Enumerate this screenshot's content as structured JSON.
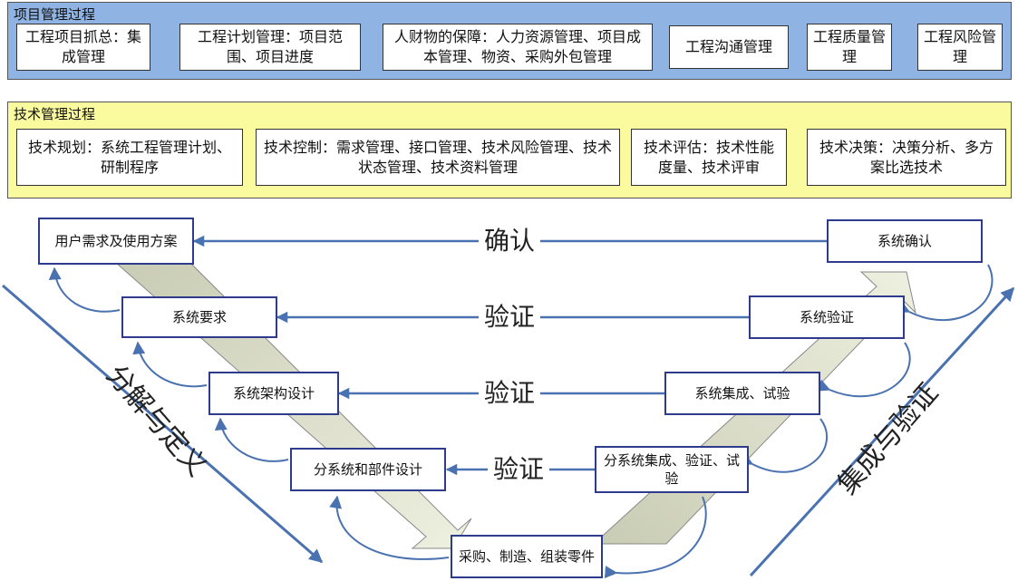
{
  "project_panel": {
    "title": "项目管理过程",
    "items": [
      {
        "label": "工程项目抓总：集成管理"
      },
      {
        "label": "工程计划管理：项目范围、项目进度"
      },
      {
        "label": "人财物的保障：人力资源管理、项目成本管理、物资、采购外包管理"
      },
      {
        "label": "工程沟通管理"
      },
      {
        "label": "工程质量管理"
      },
      {
        "label": "工程风险管理"
      }
    ]
  },
  "tech_panel": {
    "title": "技术管理过程",
    "items": [
      {
        "label": "技术规划：系统工程管理计划、研制程序"
      },
      {
        "label": "技术控制：需求管理、接口管理、技术风险管理、技术状态管理、技术资料管理"
      },
      {
        "label": "技术评估：技术性能度量、技术评审"
      },
      {
        "label": "技术决策：决策分析、多方案比选技术"
      }
    ]
  },
  "vmodel": {
    "left": [
      {
        "label": "用户需求及使用方案"
      },
      {
        "label": "系统要求"
      },
      {
        "label": "系统架构设计"
      },
      {
        "label": "分系统和部件设计"
      }
    ],
    "bottom": {
      "label": "采购、制造、组装零件"
    },
    "right": [
      {
        "label": "系统确认"
      },
      {
        "label": "系统验证"
      },
      {
        "label": "系统集成、试验"
      },
      {
        "label": "分系统集成、验证、试验"
      }
    ],
    "links": [
      {
        "label": "确认"
      },
      {
        "label": "验证"
      },
      {
        "label": "验证"
      },
      {
        "label": "验证"
      }
    ],
    "left_axis_label": "分解与定义",
    "right_axis_label": "集成与验证"
  },
  "colors": {
    "project_bg": "#8fb4e3",
    "tech_bg": "#fafa9e",
    "box_border": "#2e3a8c",
    "arrow": "#4a72b0",
    "band": "#d9dcc8"
  }
}
